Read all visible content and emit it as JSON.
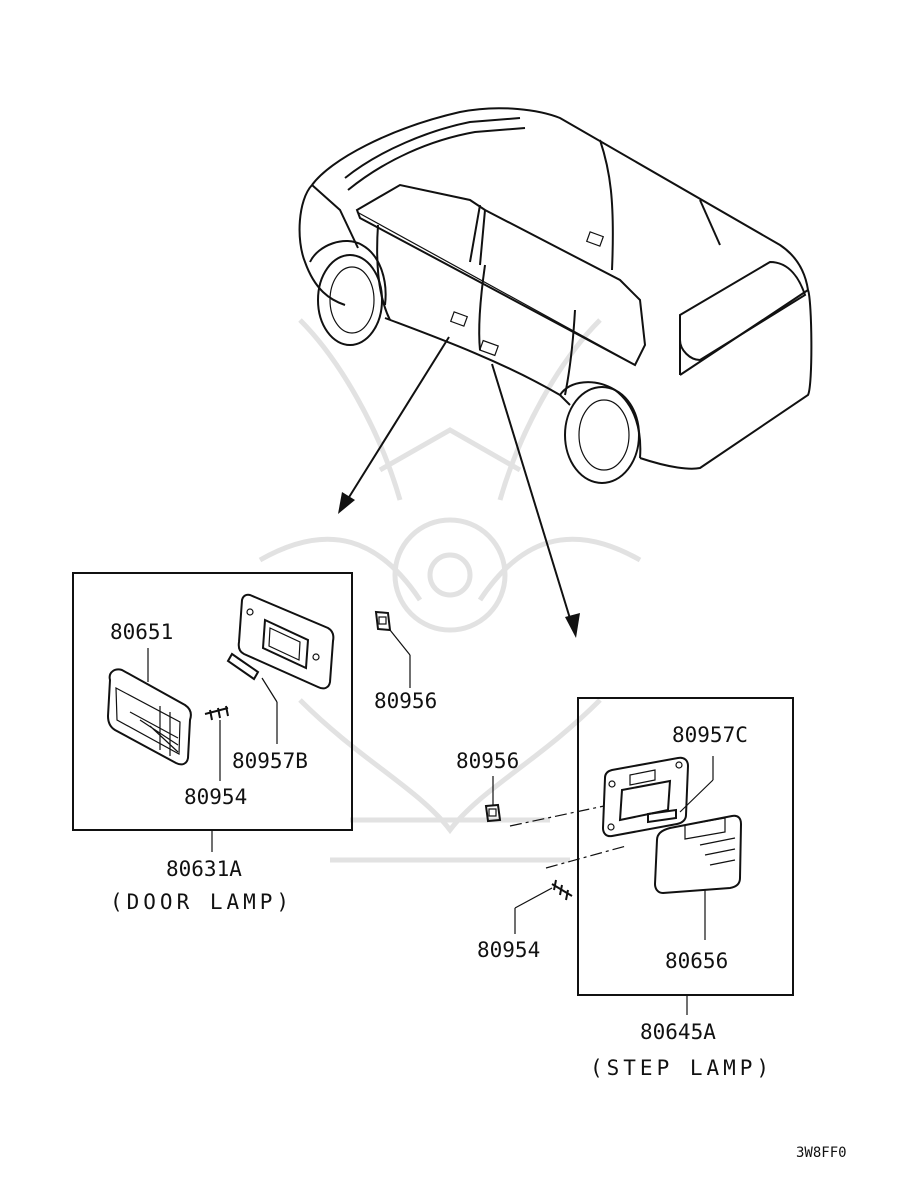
{
  "door_lamp_group": {
    "part_number": "80631A",
    "caption": "(DOOR LAMP)",
    "parts": {
      "lens": "80651",
      "bulb": "80957B",
      "screw": "80954"
    }
  },
  "step_lamp_group": {
    "part_number": "80645A",
    "caption": "(STEP LAMP)",
    "parts": {
      "bulb": "80957C",
      "clip": "80956",
      "screw": "80954",
      "lens": "80656"
    }
  },
  "door_clip_label": "80956",
  "diagram_code": "3W8FF0"
}
